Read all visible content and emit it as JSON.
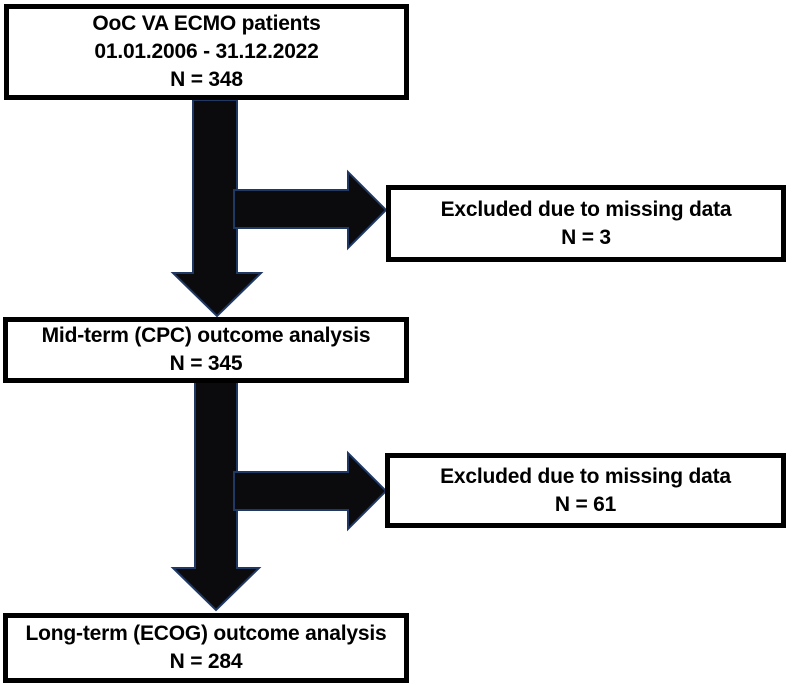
{
  "colors": {
    "background": "#ffffff",
    "box_fill": "#ffffff",
    "box_border": "#000000",
    "text": "#000000",
    "arrow_fill": "#0b0b0e",
    "arrow_outline": "#1f3864"
  },
  "diagram": {
    "type": "flowchart",
    "nodes": [
      {
        "id": "start",
        "lines": [
          "OoC VA ECMO patients",
          "01.01.2006 - 31.12.2022",
          "N = 348"
        ]
      },
      {
        "id": "excluded-1",
        "lines": [
          "Excluded due to missing data",
          "N = 3"
        ]
      },
      {
        "id": "midterm",
        "lines": [
          "Mid-term (CPC) outcome analysis",
          "N = 345"
        ]
      },
      {
        "id": "excluded-2",
        "lines": [
          "Excluded due to missing data",
          "N = 61"
        ]
      },
      {
        "id": "longterm",
        "lines": [
          "Long-term (ECOG) outcome analysis",
          "N = 284"
        ]
      }
    ],
    "edges": [
      {
        "from": "start",
        "to": "midterm",
        "type": "down-arrow"
      },
      {
        "from": "start",
        "to": "excluded-1",
        "type": "branch-right-arrow"
      },
      {
        "from": "midterm",
        "to": "longterm",
        "type": "down-arrow"
      },
      {
        "from": "midterm",
        "to": "excluded-2",
        "type": "branch-right-arrow"
      }
    ]
  }
}
